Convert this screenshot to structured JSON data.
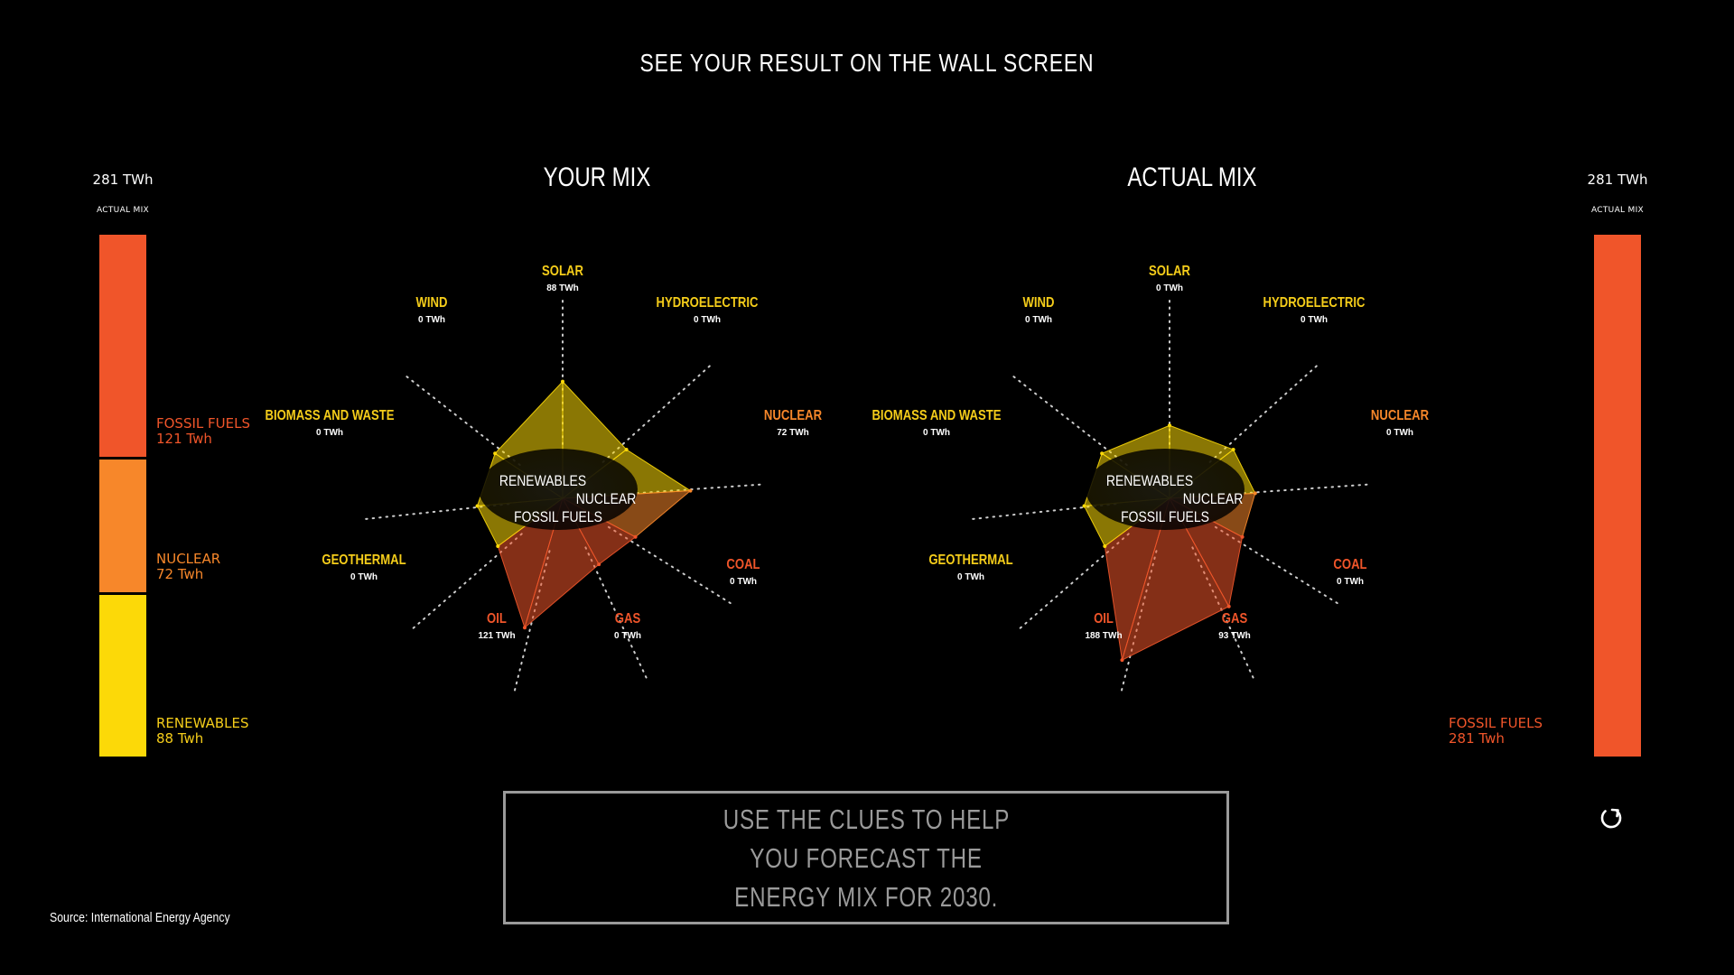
{
  "header": {
    "title": "SEE YOUR RESULT ON THE WALL SCREEN"
  },
  "colors": {
    "fossil": "#f0552a",
    "nuclear": "#f7872a",
    "renewables": "#fcd908",
    "fossil_text": "#f0552a",
    "nuclear_text": "#f7872a",
    "renewables_text": "#f5cd1a"
  },
  "left_bar": {
    "total": "281 TWh",
    "subtitle": "ACTUAL MIX",
    "segments": [
      {
        "name": "FOSSIL FUELS",
        "value_label": "121 Twh",
        "value": 121
      },
      {
        "name": "NUCLEAR",
        "value_label": "72 Twh",
        "value": 72
      },
      {
        "name": "RENEWABLES",
        "value_label": "88 Twh",
        "value": 88
      }
    ]
  },
  "right_bar": {
    "total": "281 TWh",
    "subtitle": "ACTUAL MIX",
    "segments": [
      {
        "name": "FOSSIL FUELS",
        "value_label": "281 Twh",
        "value": 281
      }
    ]
  },
  "chart_data": [
    {
      "type": "radar",
      "title": "YOUR MIX",
      "unit": "TWh",
      "center_labels": [
        "RENEWABLES",
        "NUCLEAR",
        "FOSSIL FUELS"
      ],
      "axes": [
        {
          "name": "SOLAR",
          "value": 88,
          "label": "88 TWh",
          "group": "renewables"
        },
        {
          "name": "HYDROELECTRIC",
          "value": 0,
          "label": "0 TWh",
          "group": "renewables"
        },
        {
          "name": "NUCLEAR",
          "value": 72,
          "label": "72 TWh",
          "group": "nuclear"
        },
        {
          "name": "COAL",
          "value": 0,
          "label": "0 TWh",
          "group": "fossil"
        },
        {
          "name": "GAS",
          "value": 0,
          "label": "0 TWh",
          "group": "fossil"
        },
        {
          "name": "OIL",
          "value": 121,
          "label": "121 TWh",
          "group": "fossil"
        },
        {
          "name": "GEOTHERMAL",
          "value": 0,
          "label": "0 TWh",
          "group": "renewables"
        },
        {
          "name": "BIOMASS AND WASTE",
          "value": 0,
          "label": "0 TWh",
          "group": "renewables"
        },
        {
          "name": "WIND",
          "value": 0,
          "label": "0 TWh",
          "group": "renewables"
        }
      ]
    },
    {
      "type": "radar",
      "title": "ACTUAL MIX",
      "unit": "TWh",
      "center_labels": [
        "RENEWABLES",
        "NUCLEAR",
        "FOSSIL FUELS"
      ],
      "axes": [
        {
          "name": "SOLAR",
          "value": 0,
          "label": "0 TWh",
          "group": "renewables"
        },
        {
          "name": "HYDROELECTRIC",
          "value": 0,
          "label": "0 TWh",
          "group": "renewables"
        },
        {
          "name": "NUCLEAR",
          "value": 0,
          "label": "0 TWh",
          "group": "nuclear"
        },
        {
          "name": "COAL",
          "value": 0,
          "label": "0 TWh",
          "group": "fossil"
        },
        {
          "name": "GAS",
          "value": 93,
          "label": "93 TWh",
          "group": "fossil"
        },
        {
          "name": "OIL",
          "value": 188,
          "label": "188 TWh",
          "group": "fossil"
        },
        {
          "name": "GEOTHERMAL",
          "value": 0,
          "label": "0 TWh",
          "group": "renewables"
        },
        {
          "name": "BIOMASS AND WASTE",
          "value": 0,
          "label": "0 TWh",
          "group": "renewables"
        },
        {
          "name": "WIND",
          "value": 0,
          "label": "0 TWh",
          "group": "renewables"
        }
      ]
    }
  ],
  "prompt": {
    "lines": [
      "USE THE CLUES TO HELP",
      "YOU FORECAST THE",
      "ENERGY MIX FOR 2030."
    ]
  },
  "footer": {
    "source": "Source: International Energy Agency"
  },
  "icons": {
    "reset": "reset-icon"
  }
}
